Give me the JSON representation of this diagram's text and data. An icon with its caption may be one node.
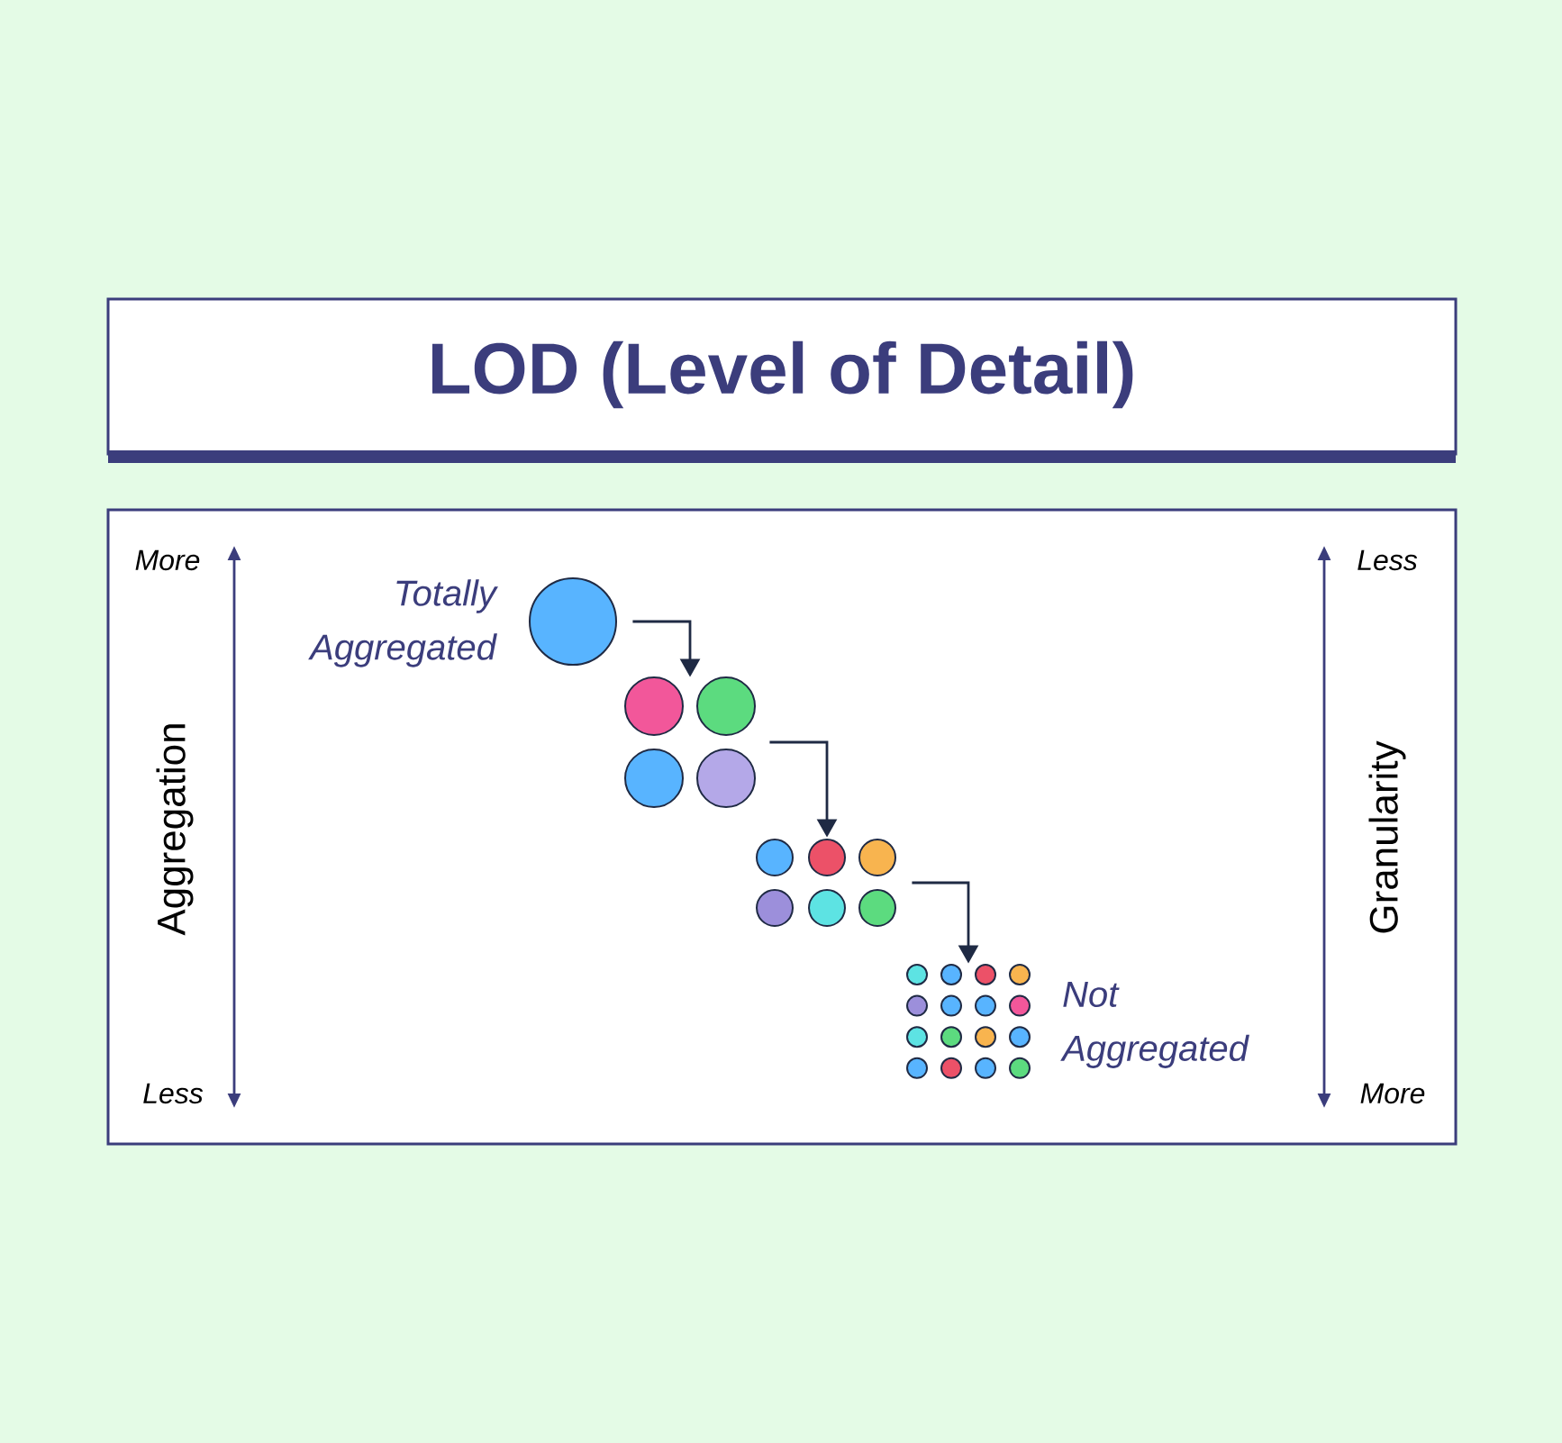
{
  "diagram": {
    "title": "LOD (Level of Detail)",
    "nodes": [
      {
        "text": [],
        "shape": "circle",
        "beside": [
          "Totally Aggregated"
        ]
      },
      {
        "text": [],
        "shape": "circle"
      },
      {
        "text": [],
        "shape": "circle"
      },
      {
        "text": [],
        "shape": "circle",
        "beside": [
          "Not Aggregated"
        ]
      }
    ],
    "edges": [
      {
        "from": 0,
        "to": 1,
        "arrow": "to"
      },
      {
        "from": 1,
        "to": 2,
        "arrow": "to"
      },
      {
        "from": 2,
        "to": 3,
        "arrow": "to"
      }
    ],
    "labels": [
      "More",
      "Less",
      "Aggregation",
      "Less",
      "More",
      "Granularity"
    ]
  }
}
